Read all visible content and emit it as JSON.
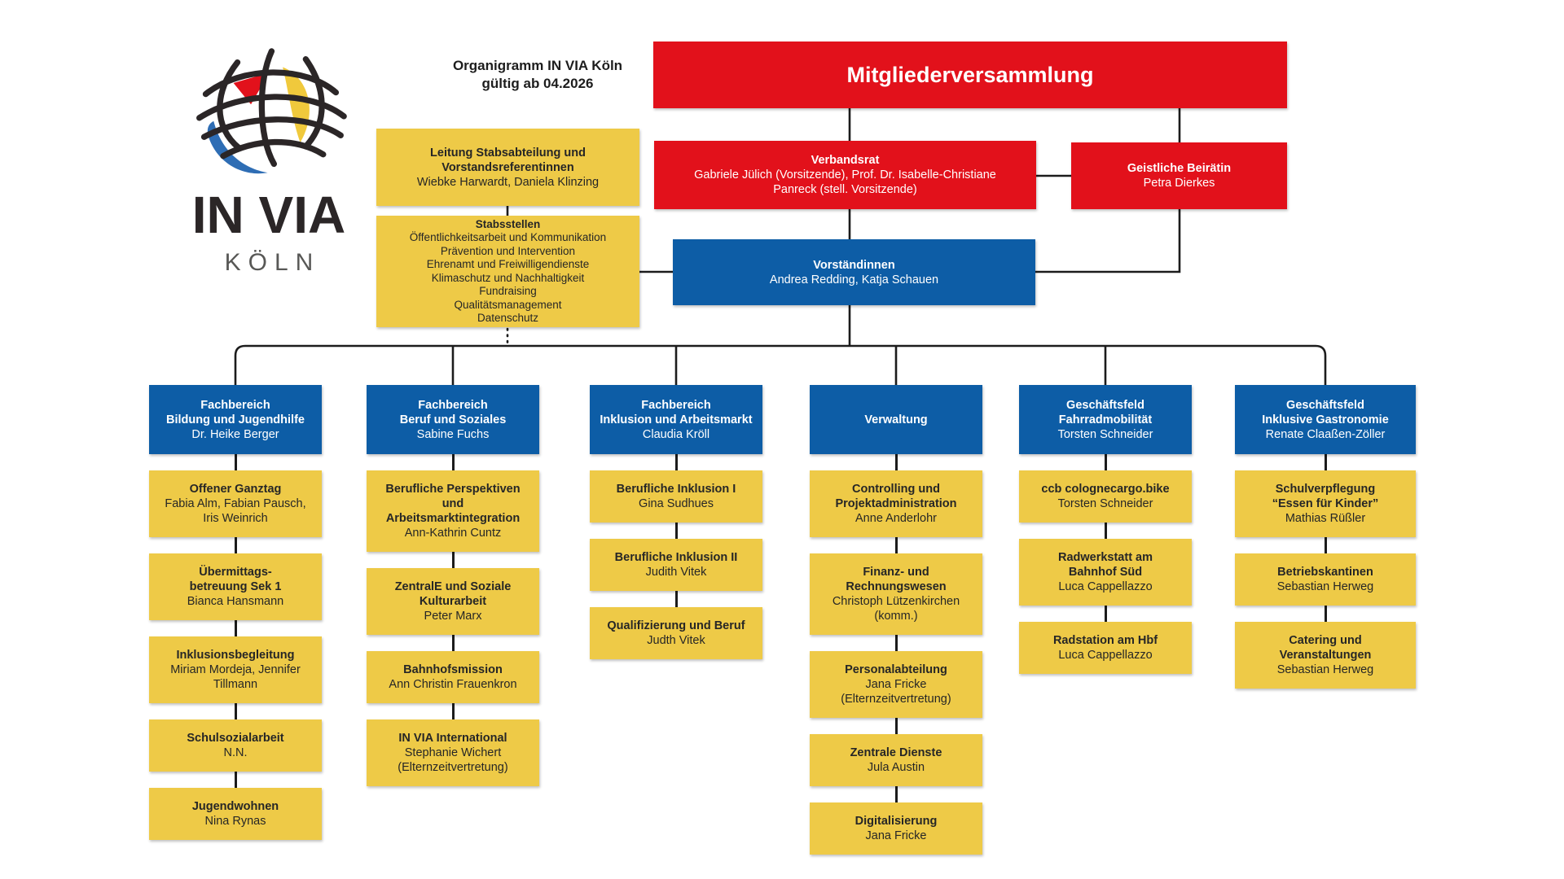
{
  "colors": {
    "red": "#e2111b",
    "blue": "#0d5da6",
    "yellow": "#eeca47",
    "line": "#1c1c1c",
    "logo_red": "#e2111b",
    "logo_yellow": "#f0c93c",
    "logo_blue": "#2e6db4",
    "ink": "#2b2627"
  },
  "doc_title": "Organigramm IN VIA Köln\ngültig ab 04.2026",
  "logo": {
    "name": "IN VIA",
    "city": "KÖLN"
  },
  "top": {
    "mitgliederversammlung": {
      "title": "Mitgliederversammlung"
    },
    "verbandsrat": {
      "title": "Verbandsrat",
      "body": "Gabriele Jülich (Vorsitzende), Prof. Dr. Isabelle-Christiane\nPanreck (stell. Vorsitzende)"
    },
    "geistliche_beiraetin": {
      "title": "Geistliche Beirätin",
      "body": "Petra Dierkes"
    },
    "vorstaendinnen": {
      "title": "Vorständinnen",
      "body": "Andrea Redding, Katja Schauen"
    },
    "leitung_stabsabteilung": {
      "title": "Leitung Stabsabteilung und\nVorstandsreferentinnen",
      "body": "Wiebke Harwardt, Daniela Klinzing"
    },
    "stabsstellen": {
      "title": "Stabsstellen",
      "lines": [
        "Öffentlichkeitsarbeit und Kommunikation",
        "Prävention und Intervention",
        "Ehrenamt und Freiwilligendienste",
        "Klimaschutz und Nachhaltigkeit",
        "Fundraising",
        "Qualitätsmanagement",
        "Datenschutz"
      ]
    }
  },
  "columns": [
    {
      "header": {
        "title": "Fachbereich\nBildung und Jugendhilfe",
        "person": "Dr. Heike Berger"
      },
      "items": [
        {
          "title": "Offener Ganztag",
          "body": "Fabia Alm, Fabian Pausch,\nIris Weinrich"
        },
        {
          "title": "Übermittags-\nbetreuung Sek 1",
          "body": "Bianca Hansmann"
        },
        {
          "title": "Inklusionsbegleitung",
          "body": "Miriam Mordeja, Jennifer\nTillmann"
        },
        {
          "title": "Schulsozialarbeit",
          "body": "N.N."
        },
        {
          "title": "Jugendwohnen",
          "body": "Nina Rynas"
        }
      ]
    },
    {
      "header": {
        "title": "Fachbereich\nBeruf und Soziales",
        "person": "Sabine Fuchs"
      },
      "items": [
        {
          "title": "Berufliche Perspektiven\nund\nArbeitsmarktintegration",
          "body": "Ann-Kathrin Cuntz"
        },
        {
          "title": "ZentralE und Soziale\nKulturarbeit",
          "body": "Peter Marx"
        },
        {
          "title": "Bahnhofsmission",
          "body": "Ann Christin Frauenkron"
        },
        {
          "title": "IN VIA International",
          "body": "Stephanie Wichert\n(Elternzeitvertretung)"
        }
      ]
    },
    {
      "header": {
        "title": "Fachbereich\nInklusion und Arbeitsmarkt",
        "person": "Claudia Kröll"
      },
      "items": [
        {
          "title": "Berufliche Inklusion I",
          "body": "Gina Sudhues"
        },
        {
          "title": "Berufliche Inklusion II",
          "body": "Judith Vitek"
        },
        {
          "title": "Qualifizierung und Beruf",
          "body": "Judth Vitek"
        }
      ]
    },
    {
      "header": {
        "title": "Verwaltung",
        "person": ""
      },
      "items": [
        {
          "title": "Controlling und\nProjektadministration",
          "body": "Anne Anderlohr"
        },
        {
          "title": "Finanz- und\nRechnungswesen",
          "body": "Christoph Lützenkirchen\n(komm.)"
        },
        {
          "title": "Personalabteilung",
          "body": "Jana Fricke\n(Elternzeitvertretung)"
        },
        {
          "title": "Zentrale Dienste",
          "body": "Jula Austin"
        },
        {
          "title": "Digitalisierung",
          "body": "Jana Fricke"
        }
      ]
    },
    {
      "header": {
        "title": "Geschäftsfeld\nFahrradmobilität",
        "person": "Torsten Schneider"
      },
      "items": [
        {
          "title": "ccb colognecargo.bike",
          "body": "Torsten Schneider"
        },
        {
          "title": "Radwerkstatt am\nBahnhof Süd",
          "body": "Luca Cappellazzo"
        },
        {
          "title": "Radstation am Hbf",
          "body": "Luca Cappellazzo"
        }
      ]
    },
    {
      "header": {
        "title": "Geschäftsfeld\nInklusive Gastronomie",
        "person": "Renate Claaßen-Zöller"
      },
      "items": [
        {
          "title": "Schulverpflegung\n“Essen für Kinder”",
          "body": "Mathias Rüßler"
        },
        {
          "title": "Betriebskantinen",
          "body": "Sebastian Herweg"
        },
        {
          "title": "Catering und\nVeranstaltungen",
          "body": "Sebastian Herweg"
        }
      ]
    }
  ]
}
